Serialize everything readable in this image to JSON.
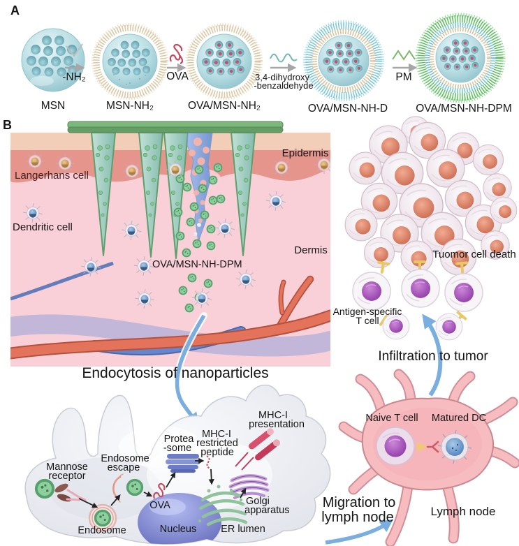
{
  "figure": {
    "panel_a": {
      "label": "A",
      "stages": {
        "msn": "MSN",
        "msn_nh2": "MSN-NH₂",
        "ova_msn_nh2": "OVA/MSN-NH₂",
        "ova_msn_nh_d": "OVA/MSN-NH-D",
        "ova_msn_nh_dpm": "OVA/MSN-NH-DPM"
      },
      "steps": {
        "nh2": "-NH₂",
        "ova": "OVA",
        "dihydroxy_1": "3,4-dihydroxy",
        "dihydroxy_2": "-benzaldehyde",
        "pm": "PM"
      }
    },
    "panel_b": {
      "label": "B",
      "skin": {
        "epidermis": "Epidermis",
        "dermis": "Dermis",
        "langerhans": "Langerhans cell",
        "dendritic": "Dendritic cell",
        "nanoparticle": "OVA/MSN-NH-DPM"
      },
      "caption": "Endocytosis of nanoparticles",
      "tumor": {
        "death": "Tuomor cell death",
        "t_cell_1": "Antigen-specific",
        "t_cell_2": "T cell",
        "infiltration": "Infiltration to tumor"
      },
      "cell": {
        "mannose_1": "Mannose",
        "mannose_2": "receptor",
        "endosome": "Endosome",
        "escape_1": "Endosome",
        "escape_2": "escape",
        "ova": "OVA",
        "proteasome_1": "Protea",
        "proteasome_2": "-some",
        "peptide_1": "MHC-I",
        "peptide_2": "restricted",
        "peptide_3": "peptide",
        "presentation_1": "MHC-I",
        "presentation_2": "presentation",
        "nucleus": "Nucleus",
        "er": "ER lumen",
        "golgi_1": "Golgi",
        "golgi_2": "apparatus"
      },
      "lymph": {
        "migration_1": "Migration to",
        "migration_2": "lymph node",
        "naive_t": "Naive T cell",
        "matured_dc": "Matured DC",
        "node": "Lymph node"
      }
    },
    "colors": {
      "particle_green": "#7cc28f",
      "needle_teal": "#a5cfc5",
      "patch_green": "#6fa86f",
      "epidermis_pink": "#e6958d",
      "dermis_pink": "#f9d0d8",
      "tumor_nucleus": "#d97a5f",
      "t_cell_purple": "#a858bc",
      "lymph_pink": "#f6bcc0",
      "arrow_blue": "#79aede",
      "mhc_red": "#d94f6b",
      "golgi_purple": "#bb8fd6",
      "er_green": "#8fc39b",
      "proteasome_blue": "#7583cc",
      "ova_red": "#c4485c"
    }
  }
}
